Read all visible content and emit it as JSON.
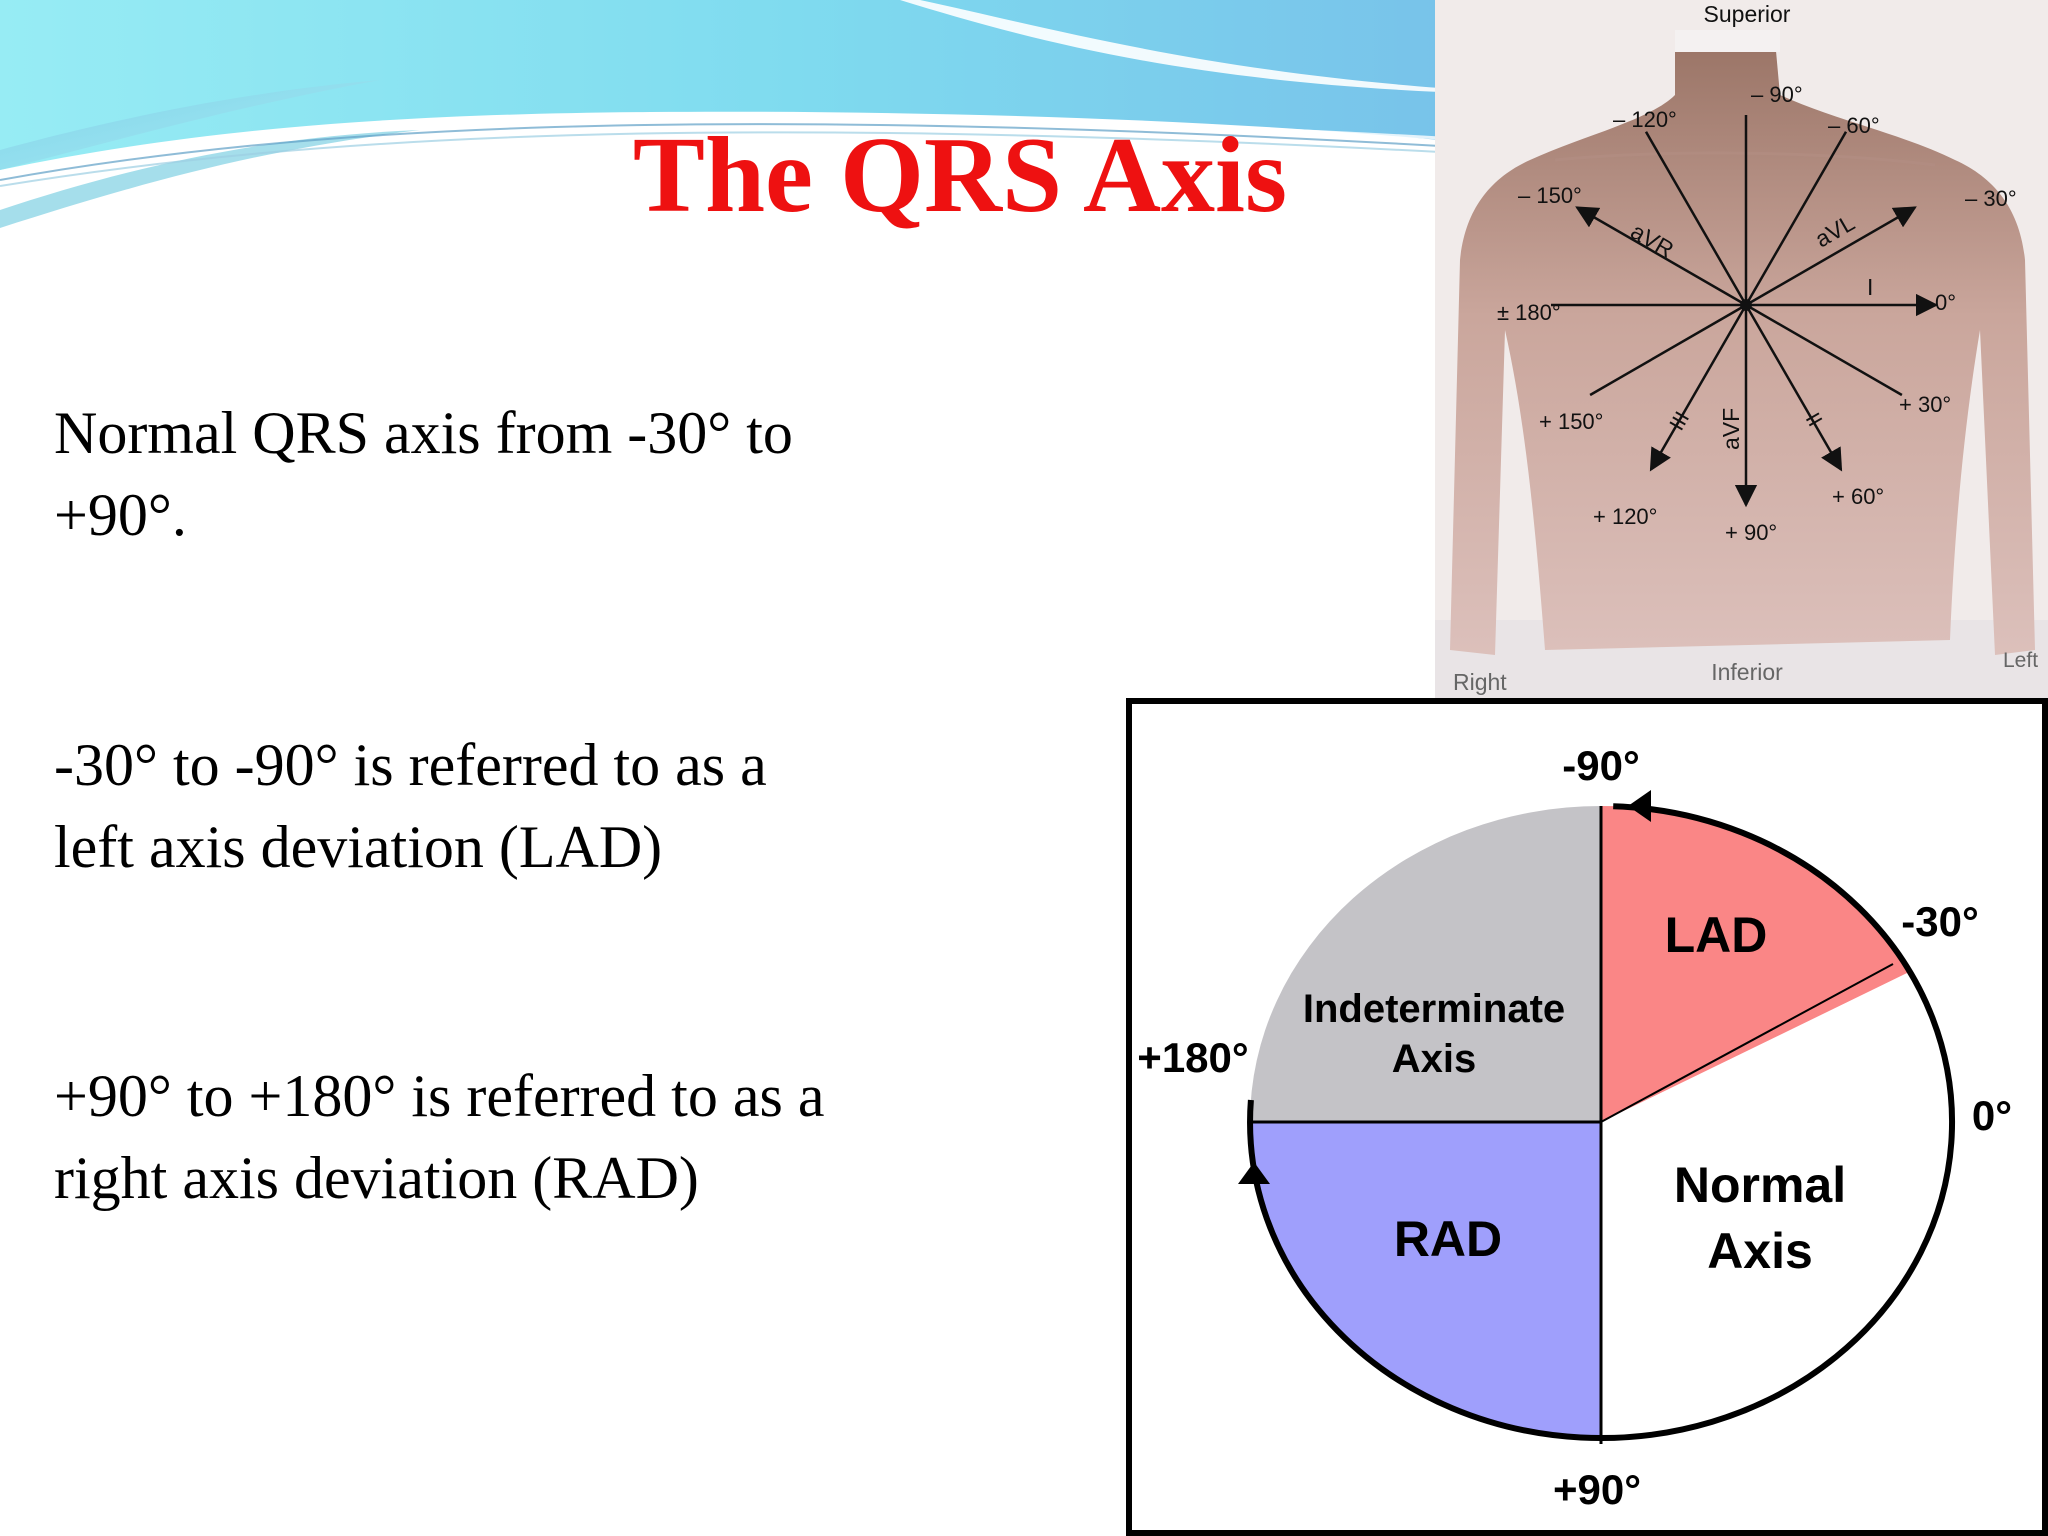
{
  "slide": {
    "title": "The QRS Axis",
    "paragraphs": [
      {
        "lines": [
          "Normal QRS axis from -30° to",
          "+90°."
        ]
      },
      {
        "lines": [
          "-30° to -90° is referred to as a",
          "left axis deviation (LAD)"
        ]
      },
      {
        "lines": [
          "+90° to +180° is referred to as a",
          "right axis deviation (RAD)"
        ]
      }
    ]
  },
  "hexaxial_figure": {
    "superior": "Superior",
    "inferior": "Inferior",
    "right": "Right",
    "left": "Left",
    "angles": [
      "– 90°",
      "– 120°",
      "– 60°",
      "– 150°",
      "– 30°",
      "± 180°",
      "0°",
      "+ 150°",
      "+ 30°",
      "+ 120°",
      "+ 90°",
      "+ 60°"
    ],
    "leads": [
      "aVR",
      "aVL",
      "I",
      "III",
      "aVF",
      "II"
    ]
  },
  "axis_wheel": {
    "top_label": "-90°",
    "upper_right_label": "-30°",
    "right_label": "0°",
    "left_label": "+180°",
    "bottom_label": "+90°",
    "sectors": {
      "lad": "LAD",
      "indeterminate": [
        "Indeterminate",
        "Axis"
      ],
      "rad": "RAD",
      "normal": [
        "Normal",
        "Axis"
      ]
    },
    "colors": {
      "lad": "#fa8686",
      "indeterminate": "#c4c3c7",
      "rad": "#9f9ffc",
      "normal": "#ffffff"
    }
  }
}
